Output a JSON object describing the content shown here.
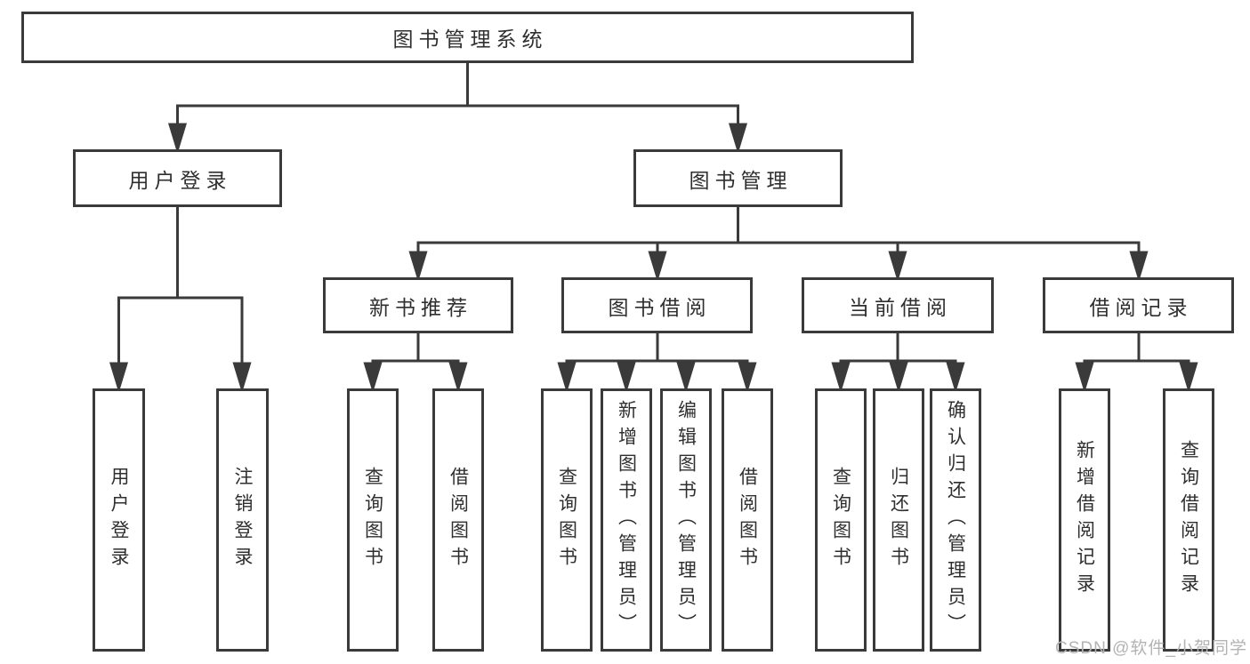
{
  "diagram_type": "hierarchy-tree",
  "colors": {
    "line": "#3a3a3a",
    "box_border": "#3a3a3a",
    "text": "#2f2f2f",
    "background": "#ffffff",
    "watermark": "#b3b3b3"
  },
  "tree": {
    "label": "图书管理系统",
    "children": [
      {
        "label": "用户登录",
        "children": [
          {
            "label": "用户登录"
          },
          {
            "label": "注销登录"
          }
        ]
      },
      {
        "label": "图书管理",
        "children": [
          {
            "label": "新书推荐",
            "children": [
              {
                "label": "查询图书"
              },
              {
                "label": "借阅图书"
              }
            ]
          },
          {
            "label": "图书借阅",
            "children": [
              {
                "label": "查询图书"
              },
              {
                "label": "新增图书（管理员）"
              },
              {
                "label": "编辑图书（管理员）"
              },
              {
                "label": "借阅图书"
              }
            ]
          },
          {
            "label": "当前借阅",
            "children": [
              {
                "label": "查询图书"
              },
              {
                "label": "归还图书"
              },
              {
                "label": "确认归还（管理员）"
              }
            ]
          },
          {
            "label": "借阅记录",
            "children": [
              {
                "label": "新增借阅记录"
              },
              {
                "label": "查询借阅记录"
              }
            ]
          }
        ]
      }
    ]
  },
  "watermark": {
    "text": "CSDN @软件_小贺同学"
  }
}
